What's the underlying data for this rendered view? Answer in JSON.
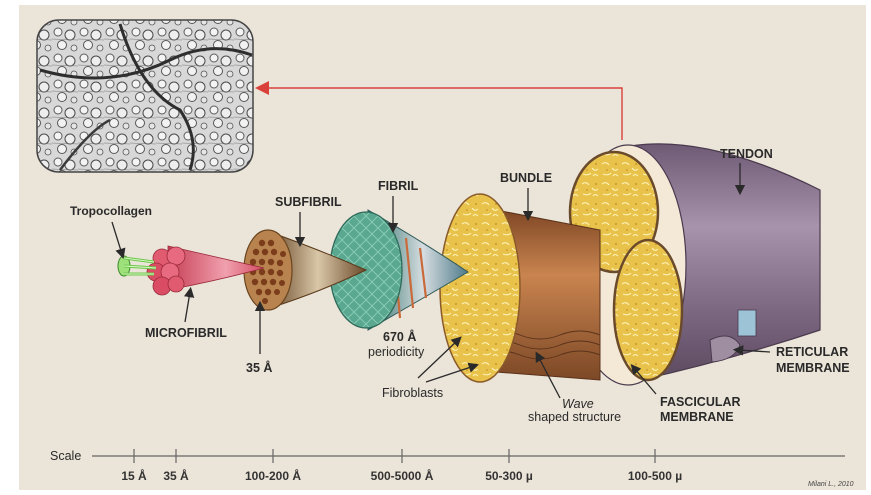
{
  "labels": {
    "tendon": "TENDON",
    "bundle": "BUNDLE",
    "fibril": "FIBRIL",
    "subfibril": "SUBFIBRIL",
    "tropocollagen": "Tropocollagen",
    "microfibril": "MICROFIBRIL",
    "subfibril_size": "35 Å",
    "periodicity_value": "670 Å",
    "periodicity_word": "periodicity",
    "fibroblasts": "Fibroblasts",
    "wave": "Wave",
    "wave_rest": "shaped structure",
    "fascicular_1": "FASCICULAR",
    "fascicular_2": "MEMBRANE",
    "reticular_1": "RETICULAR",
    "reticular_2": "MEMBRANE",
    "credit": "Milani L., 2010"
  },
  "scale": {
    "title": "Scale",
    "ticks": [
      "15 Å",
      "35 Å",
      "100-200 Å",
      "500-5000 Å",
      "50-300 µ",
      "100-500 µ"
    ]
  },
  "colors": {
    "background": "#ebe4d8",
    "arrow": "#d9403a",
    "tendon_sheath": "#8a7490",
    "fascicle_yellow": "#e8c24a",
    "bundle_brown": "#a8663e",
    "fibril_teal": "#4fa08a",
    "microfibril_pink": "#d9566a",
    "tropocollagen_green": "#7ed957"
  }
}
